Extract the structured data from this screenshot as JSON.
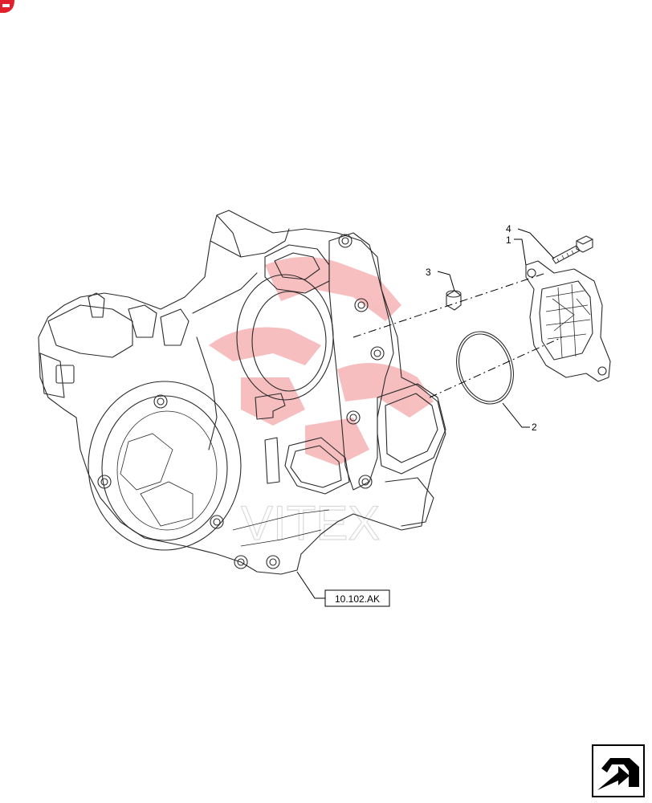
{
  "callouts": {
    "item1": "1",
    "item2": "2",
    "item3": "3",
    "item4": "4"
  },
  "reference": {
    "label": "10.102.AK"
  },
  "watermark": {
    "text": "VITEX",
    "color": "#e03a3a"
  },
  "icons": {
    "brand_corner": "red-brand-corner-icon",
    "nav_arrow": "return-arrow-icon"
  },
  "colors": {
    "brand_red": "#e0202a",
    "line": "#2a2a2a"
  }
}
